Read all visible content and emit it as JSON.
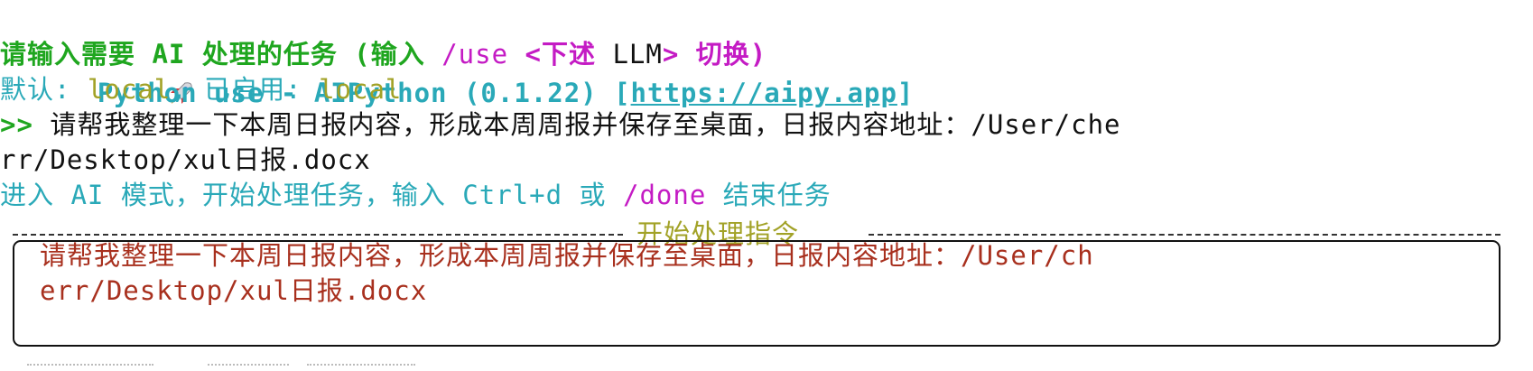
{
  "header": {
    "rocket_icon": "rocket-icon",
    "title": "Python use - AIPython (0.1.22) [",
    "url": "https://aipy.app",
    "title_end": "]"
  },
  "prompt_line": {
    "text": "请输入需要 AI 处理的任务 (输入 ",
    "cmd": "/use",
    "arg_open": " <下述 ",
    "arg_llm": "LLM",
    "arg_close": "> 切换)"
  },
  "default_line": {
    "label": "默认: ",
    "default_value": "local",
    "enabled_label": ", 已启用: ",
    "enabled_value": "local"
  },
  "user_input": {
    "prompt": ">>",
    "line1": " 请帮我整理一下本周日报内容，形成本周周报并保存至桌面，日报内容地址：/User/che",
    "line2": "rr/Desktop/xul日报.docx"
  },
  "mode_line": {
    "text": "进入 AI 模式，开始处理任务，输入 Ctrl+d 或 ",
    "cmd": "/done",
    "text_end": " 结束任务"
  },
  "instruction_panel": {
    "title": "开始处理指令",
    "line1": "请帮我整理一下本周日报内容，形成本周周报并保存至桌面，日报内容地址：/User/ch",
    "line2": "err/Desktop/xul日报.docx"
  },
  "colors": {
    "cyan": "#2aa9b8",
    "green": "#1fa61f",
    "olive": "#a2a227",
    "magenta": "#c41bc4",
    "dark_red": "#a8301e"
  }
}
